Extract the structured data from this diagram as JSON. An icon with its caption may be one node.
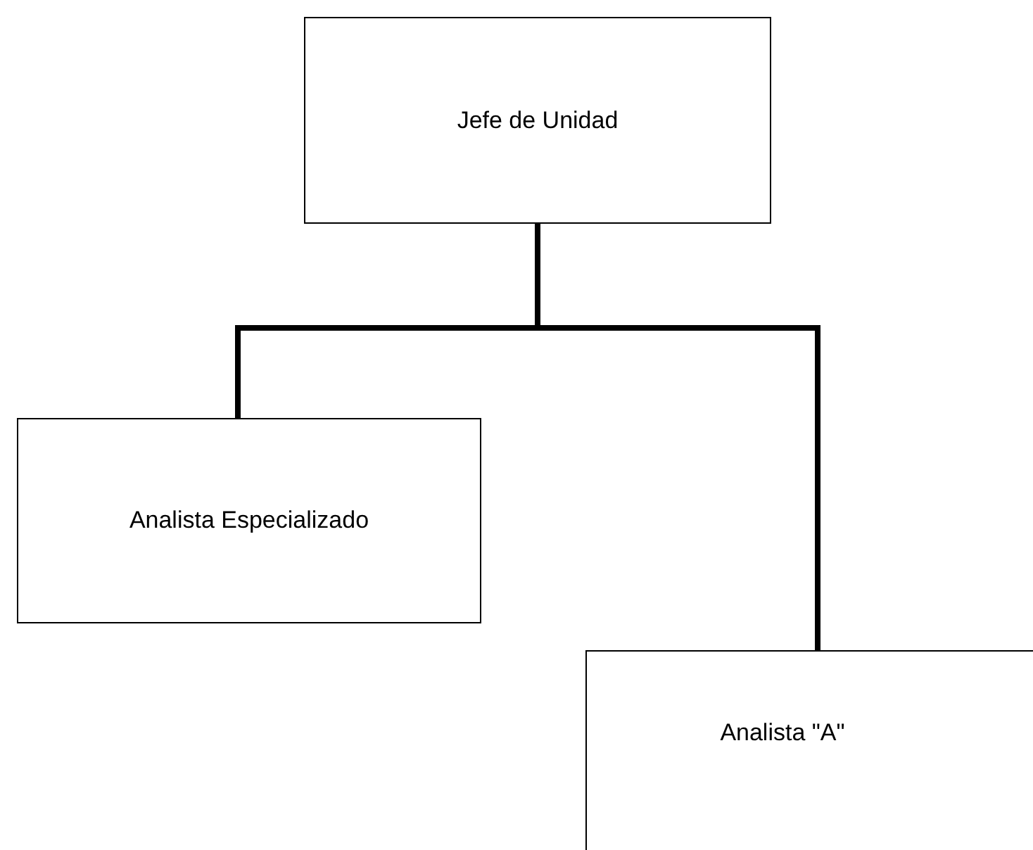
{
  "diagram": {
    "nodes": [
      {
        "text": [
          "Jefe de Unidad"
        ]
      },
      {
        "text": [
          "Analista Especializado"
        ]
      },
      {
        "text": [
          "Analista \"A\""
        ]
      }
    ],
    "edges": [
      {
        "from": 0,
        "to": 1,
        "arrow": "none"
      },
      {
        "from": 0,
        "to": 2,
        "arrow": "none"
      }
    ]
  }
}
